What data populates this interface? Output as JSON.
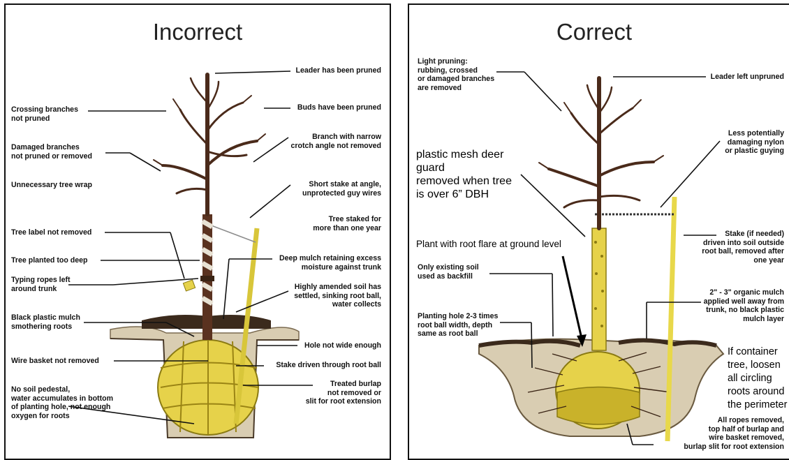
{
  "incorrect": {
    "title": "Incorrect",
    "labels": {
      "leader": "Leader has been pruned",
      "crossing": [
        "Crossing branches",
        "not pruned"
      ],
      "buds": "Buds have been pruned",
      "damaged": [
        "Damaged branches",
        "not pruned or removed"
      ],
      "crotch": [
        "Branch with narrow",
        "crotch angle not removed"
      ],
      "wrap": "Unnecessary tree wrap",
      "short_stake": [
        "Short stake at angle,",
        "unprotected guy wires"
      ],
      "staked": [
        "Tree staked for",
        "more than one year"
      ],
      "tree_label": "Tree label not removed",
      "too_deep": "Tree planted too deep",
      "mulch_deep": [
        "Deep mulch retaining excess",
        "moisture against trunk"
      ],
      "ropes": [
        "Typing ropes left",
        "around trunk"
      ],
      "amended": [
        "Highly amended soil has",
        "settled, sinking root ball,",
        "water collects"
      ],
      "plastic_mulch": [
        "Black plastic mulch",
        "smothering roots"
      ],
      "hole_narrow": "Hole not wide enough",
      "wire_basket": "Wire basket not removed",
      "stake_through": "Stake driven through root ball",
      "pedestal": [
        "No soil pedestal,",
        "water accumulates in bottom",
        "of planting hole, not enough",
        "oxygen for roots"
      ],
      "burlap": [
        "Treated burlap",
        "not removed or",
        "slit for root extension"
      ]
    }
  },
  "correct": {
    "title": "Correct",
    "labels": {
      "light_pruning": [
        "Light pruning:",
        "rubbing, crossed",
        "or damaged branches",
        "are removed"
      ],
      "leader": "Leader left unpruned",
      "guying": [
        "Less potentially",
        "damaging nylon",
        "or plastic guying"
      ],
      "stake": [
        "Stake (if needed)",
        "driven into soil outside",
        "root ball, removed after",
        "one year"
      ],
      "existing_soil": [
        "Only existing soil",
        "used as backfill"
      ],
      "organic_mulch": [
        "2\" - 3\" organic mulch",
        "applied well away from",
        "trunk, no black plastic",
        "mulch layer"
      ],
      "planting_hole": [
        "Planting hole 2-3 times",
        "root ball width, depth",
        "same as root ball"
      ],
      "ropes_removed": [
        "All ropes removed,",
        "top half of burlap and",
        "wire basket removed,",
        "burlap slit for root extension"
      ]
    },
    "annotations": {
      "deer_guard": [
        " plastic mesh deer",
        "guard",
        "removed when tree",
        "is over 6” DBH"
      ],
      "root_flare": "Plant with root flare at ground level",
      "container": [
        "If container",
        "tree, loosen",
        "all circling",
        "roots around",
        "the perimeter"
      ]
    }
  },
  "colors": {
    "trunk": "#5a3220",
    "soil": "#d9cdb2",
    "rootball": "#e6d24a",
    "burlap_dark": "#b59a16",
    "stake": "#e8d84a"
  }
}
